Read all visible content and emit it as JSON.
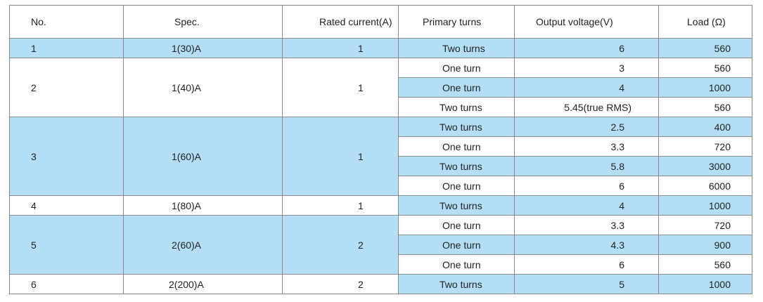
{
  "table": {
    "headers": {
      "no": "No.",
      "spec": "Spec.",
      "rated": "Rated current(A)",
      "turns": "Primary turns",
      "output": "Output voltage(V)",
      "load": "Load (Ω)"
    },
    "groups": [
      {
        "no": "1",
        "spec": "1(30)A",
        "rated": "1",
        "rows": [
          {
            "turns": "Two turns",
            "output": "6",
            "load": "560"
          }
        ]
      },
      {
        "no": "2",
        "spec": "1(40)A",
        "rated": "1",
        "rows": [
          {
            "turns": "One turn",
            "output": "3",
            "load": "560"
          },
          {
            "turns": "One turn",
            "output": "4",
            "load": "1000"
          },
          {
            "turns": "Two turns",
            "output": "5.45(true RMS)",
            "load": "560"
          }
        ]
      },
      {
        "no": "3",
        "spec": "1(60)A",
        "rated": "1",
        "rows": [
          {
            "turns": "Two turns",
            "output": "2.5",
            "load": "400"
          },
          {
            "turns": "One turn",
            "output": "3.3",
            "load": "720"
          },
          {
            "turns": "Two turns",
            "output": "5.8",
            "load": "3000"
          },
          {
            "turns": "One turn",
            "output": "6",
            "load": "6000"
          }
        ]
      },
      {
        "no": "4",
        "spec": "1(80)A",
        "rated": "1",
        "rows": [
          {
            "turns": "Two turns",
            "output": "4",
            "load": "1000"
          }
        ]
      },
      {
        "no": "5",
        "spec": "2(60)A",
        "rated": "2",
        "rows": [
          {
            "turns": "One turn",
            "output": "3.3",
            "load": "720"
          },
          {
            "turns": "One turn",
            "output": "4.3",
            "load": "900"
          },
          {
            "turns": "One turn",
            "output": "6",
            "load": "560"
          }
        ]
      },
      {
        "no": "6",
        "spec": "2(200)A",
        "rated": "2",
        "rows": [
          {
            "turns": "Two turns",
            "output": "5",
            "load": "1000"
          }
        ]
      }
    ]
  }
}
